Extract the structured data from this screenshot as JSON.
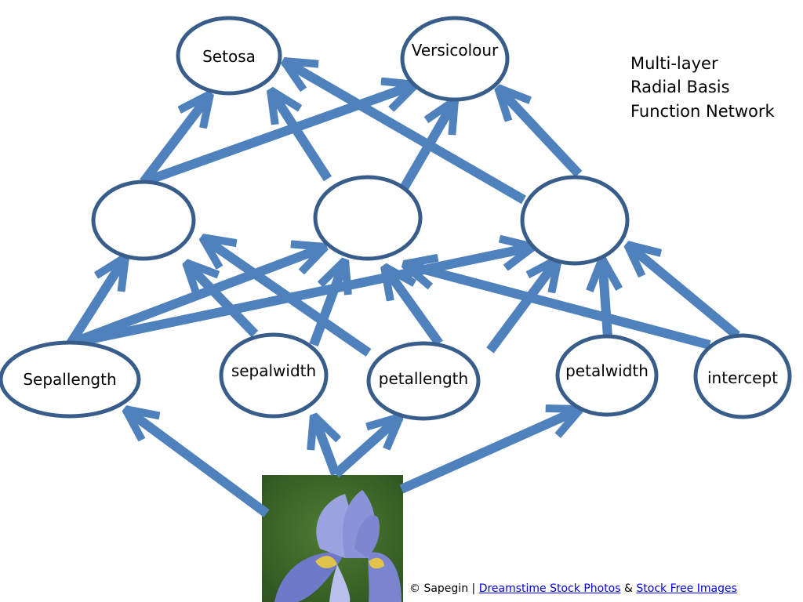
{
  "title_lines": [
    "Multi-layer",
    "Radial Basis",
    "Function Network"
  ],
  "nodes": {
    "output": [
      "Setosa",
      "Versicolour"
    ],
    "inputs": [
      "Sepallength",
      "sepalwidth",
      "petallength",
      "petalwidth",
      "intercept"
    ]
  },
  "credit": {
    "prefix": "© Sapegin | ",
    "link1": "Dreamstime Stock Photos",
    "middle": " & ",
    "link2": "Stock Free Images"
  },
  "colors": {
    "arrow": "#4f81bd",
    "node_stroke": "#385d8a",
    "photo_background": "#3d6a2a",
    "petal": "#8a93d8"
  }
}
